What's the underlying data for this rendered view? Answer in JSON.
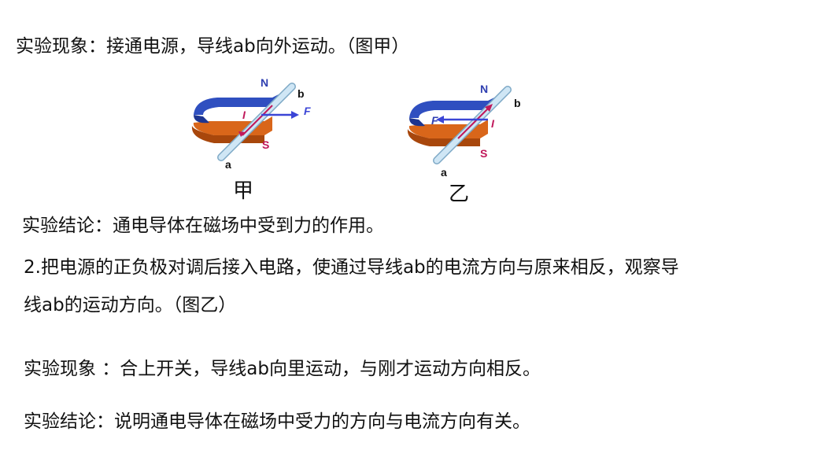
{
  "lines": {
    "phenomenon_1": "实验现象：接通电源，导线ab向外运动。（图甲）",
    "conclusion_1": "实验结论：通电导体在磁场中受到力的作用。",
    "step_2_line1": "2.把电源的正负极对调后接入电路，使通过导线ab的电流方向与原来相反，观察导",
    "step_2_line2": "线ab的运动方向。（图乙）",
    "phenomenon_2": "实验现象 ：合上开关，导线ab向里运动，与刚才运动方向相反。",
    "conclusion_2": "实验结论：说明通电导体在磁场中受力的方向与电流方向有关。"
  },
  "figures": {
    "fig_a": {
      "caption": "甲",
      "label_n": "N",
      "label_s": "S",
      "label_a": "a",
      "label_b": "b",
      "label_i": "I",
      "label_f": "F"
    },
    "fig_b": {
      "caption": "乙",
      "label_n": "N",
      "label_s": "S",
      "label_a": "a",
      "label_b": "b",
      "label_i": "I",
      "label_f": "F"
    }
  },
  "colors": {
    "north_pole": "#2f4fc0",
    "south_pole": "#d9661a",
    "wire": "#cfe6f5",
    "current_arrow": "#c0185a",
    "force_arrow": "#3b45d6"
  }
}
